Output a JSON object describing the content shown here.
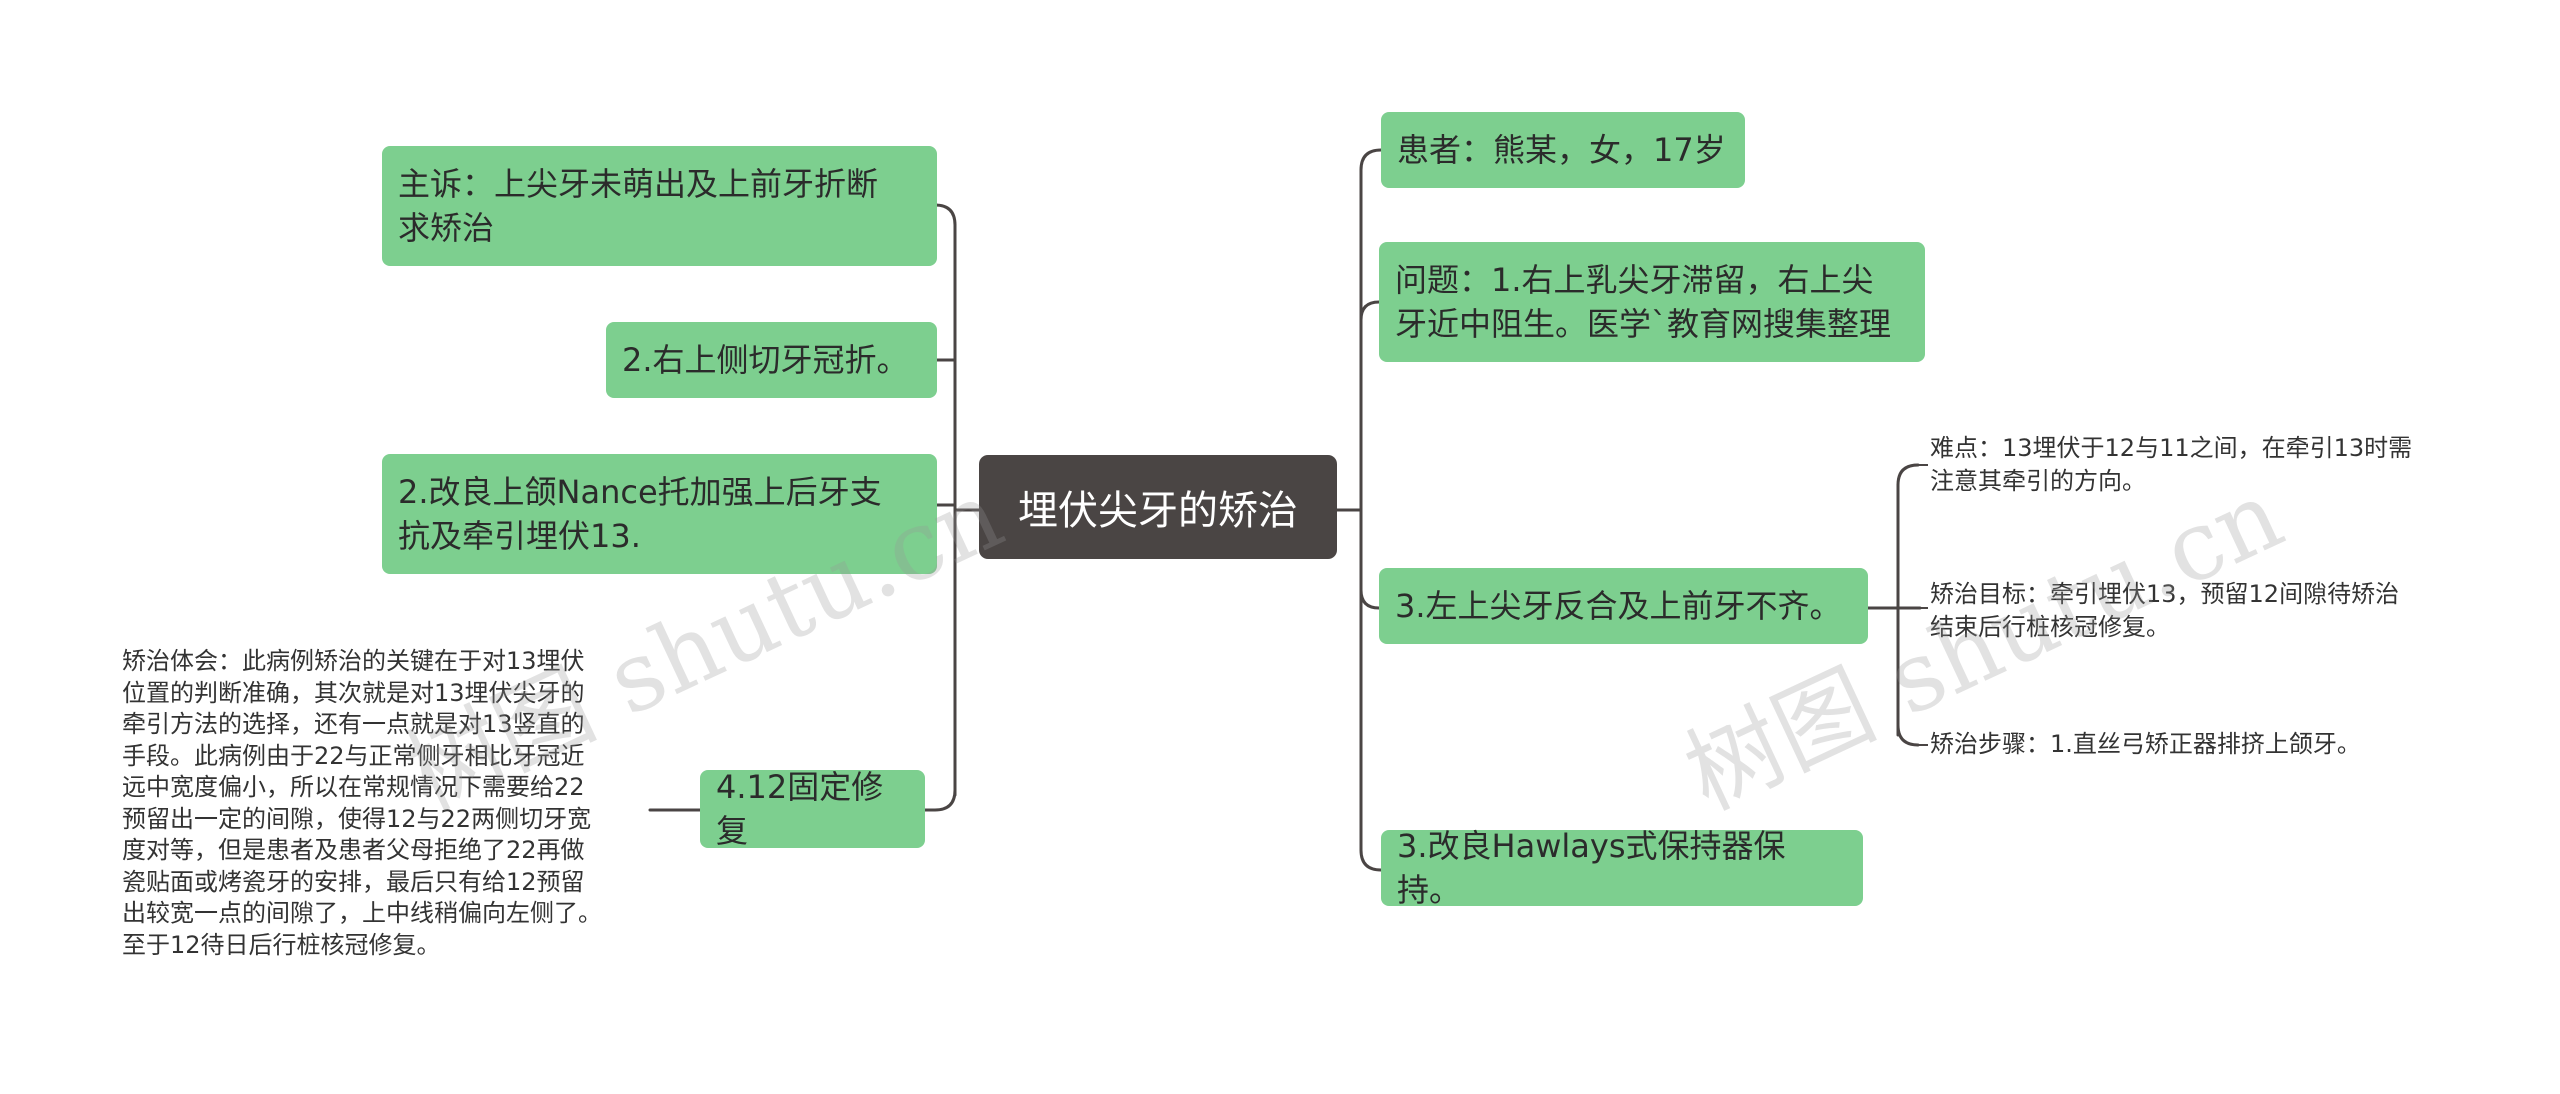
{
  "center": {
    "title": "埋伏尖牙的矫治"
  },
  "left": {
    "complaint": [
      "主诉：上尖牙未萌出及上前牙折断",
      "求矫治"
    ],
    "lateral_incisor": "2.右上侧切牙冠折。",
    "nance": [
      "2.改良上颌Nance托加强上后牙支",
      "抗及牵引埋伏13."
    ],
    "fixed_restoration": "4.12固定修复",
    "experience": [
      "矫治体会：此病例矫治的关键在于对13埋伏",
      "位置的判断准确，其次就是对13埋伏尖牙的",
      "牵引方法的选择，还有一点就是对13竖直的",
      "手段。此病例由于22与正常侧牙相比牙冠近",
      "远中宽度偏小，所以在常规情况下需要给22",
      "预留出一定的间隙，使得12与22两侧切牙宽",
      "度对等，但是患者及患者父母拒绝了22再做",
      "瓷贴面或烤瓷牙的安排，最后只有给12预留",
      "出较宽一点的间隙了，上中线稍偏向左侧了。",
      "至于12待日后行桩核冠修复。"
    ]
  },
  "right": {
    "patient": "患者：熊某，女，17岁",
    "problem": [
      "问题：1.右上乳尖牙滞留，右上尖",
      "牙近中阻生。医学`教育网搜集整理"
    ],
    "crossbite": "3.左上尖牙反合及上前牙不齐。",
    "sub": {
      "difficulty": [
        "难点：13埋伏于12与11之间，在牵引13时需",
        "注意其牵引的方向。"
      ],
      "goal": [
        "矫治目标：牵引埋伏13，预留12间隙待矫治",
        "结束后行桩核冠修复。"
      ],
      "steps": "矫治步骤：1.直丝弓矫正器排挤上颌牙。"
    },
    "retainer": "3.改良Hawlays式保持器保持。"
  },
  "watermarks": [
    "树图 shutu.cn",
    "树图 shutu.cn"
  ],
  "colors": {
    "node": "#7dcf8f",
    "center": "#4a4544",
    "line": "#4a4544"
  }
}
